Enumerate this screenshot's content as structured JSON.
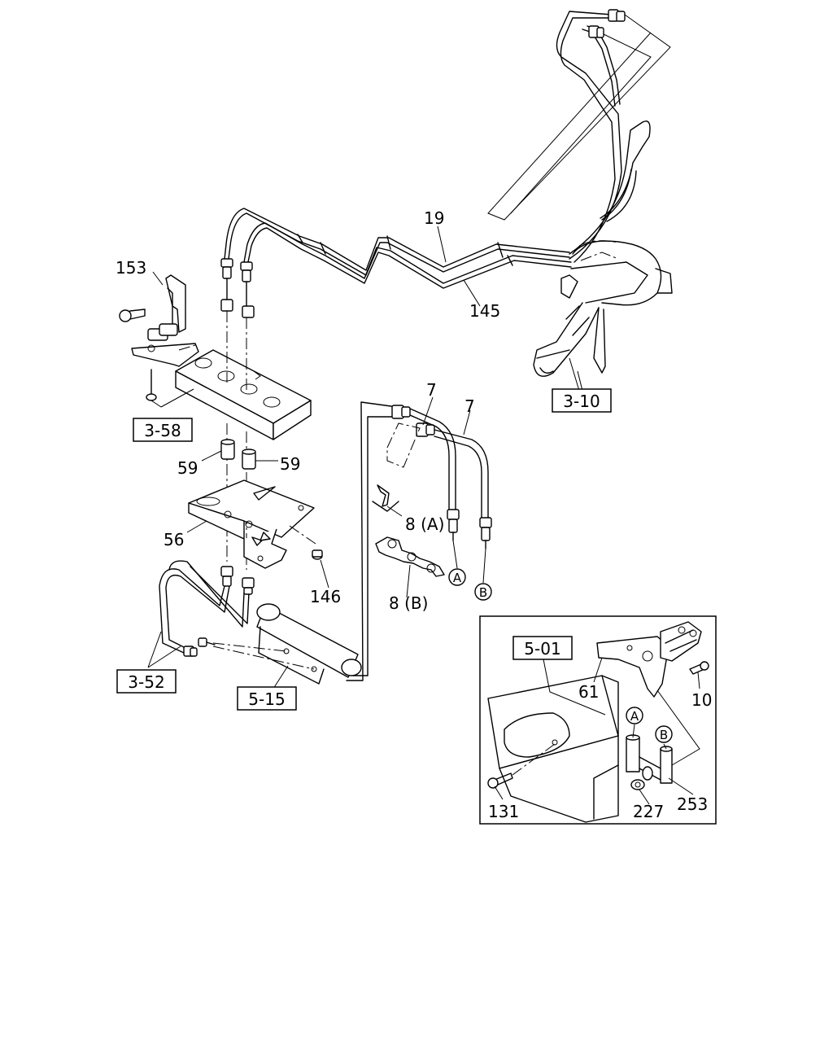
{
  "labels": {
    "l153": "153",
    "l19": "19",
    "l145": "145",
    "l7a": "7",
    "l7b": "7",
    "l59a": "59",
    "l59b": "59",
    "l56": "56",
    "l146": "146",
    "l8a": "8 (A)",
    "l8b": "8 (B)",
    "l61": "61",
    "l10": "10",
    "l131": "131",
    "l227": "227",
    "l253": "253"
  },
  "refs": {
    "r358": "3-58",
    "r310": "3-10",
    "r352": "3-52",
    "r515": "5-15",
    "r501": "5-01"
  },
  "markers": {
    "a1": "A",
    "b1": "B",
    "a2": "A",
    "b2": "B"
  }
}
